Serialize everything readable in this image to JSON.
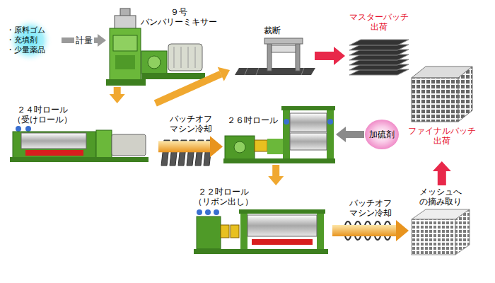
{
  "diagram": {
    "nodes": [
      {
        "text": [
          "・原料ゴム",
          "・充填剤",
          "・少量薬品"
        ]
      },
      {
        "text": [
          "９号 バンバリーミキサー"
        ]
      },
      {
        "text": [
          "２４吋ロール （受けロール）"
        ]
      },
      {
        "text": [
          "裁断"
        ]
      },
      {
        "text": [
          "マスターバッチ 出荷"
        ]
      },
      {
        "text": [
          "２６吋ロール"
        ]
      },
      {
        "text": [
          "加硫剤"
        ]
      },
      {
        "text": [
          "２２吋ロール （リボン出し）"
        ]
      },
      {
        "text": [
          "メッシュへ の摘み取り"
        ]
      },
      {
        "text": [
          "ファイナルバッチ 出荷"
        ]
      }
    ],
    "edges": [
      {
        "from": 0,
        "to": 1,
        "arrow": "to",
        "label": "計量"
      },
      {
        "from": 1,
        "to": 2,
        "arrow": "to"
      },
      {
        "from": 2,
        "to": 5,
        "arrow": "to",
        "label": "バッチオフ マシン冷却"
      },
      {
        "from": 2,
        "to": 3,
        "arrow": "to"
      },
      {
        "from": 3,
        "to": 4,
        "arrow": "to"
      },
      {
        "from": 6,
        "to": 5,
        "arrow": "to"
      },
      {
        "from": 5,
        "to": 7,
        "arrow": "to"
      },
      {
        "from": 7,
        "to": 8,
        "arrow": "to",
        "label": "バッチオフ マシン冷却"
      },
      {
        "from": 8,
        "to": 9,
        "arrow": "to"
      }
    ]
  }
}
